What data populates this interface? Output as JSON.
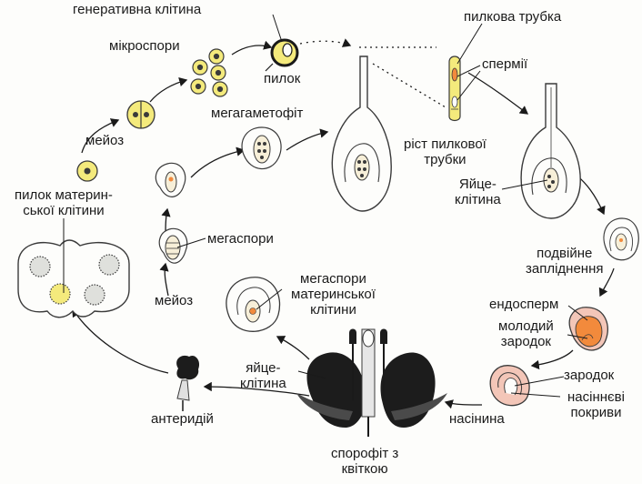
{
  "colors": {
    "ink": "#1a1a1a",
    "yellow": "#f4ea7c",
    "cream": "#f7efd8",
    "orange": "#f28a3c",
    "pink": "#f3c6b8",
    "dark": "#1c1c1c",
    "outline": "#3a3a3a"
  },
  "labels": {
    "generative_cell": "генеративна клітина",
    "pollen_tube": "пилкова трубка",
    "microspores": "мікроспори",
    "pollen": "пилок",
    "sperm": "спермії",
    "megagametophyte": "мегагаметофіт",
    "meiosis_top": "мейоз",
    "tube_growth": "ріст пилкової\nтрубки",
    "egg_top": "Яйце-\nклітина",
    "pollen_mother": "пилок материн-\nської клітини",
    "megaspores": "мегаспори",
    "double_fert": "подвійне\nзапліднення",
    "meiosis_bottom": "мейоз",
    "megaspore_mother": "мегаспори\nматеринської\nклітини",
    "endosperm": "ендосперм",
    "young_embryo": "молодий\nзародок",
    "egg_bottom": "яйце-\nклітина",
    "embryo": "зародок",
    "antheridium": "антеридій",
    "seed_coats": "насіннєві\nпокриви",
    "seed": "насінина",
    "sporophyte": "спорофіт з\nквіткою"
  },
  "icons": [
    "pollen-grain-icon",
    "ovule-icon",
    "flower-icon",
    "anther-icon",
    "seed-icon"
  ]
}
